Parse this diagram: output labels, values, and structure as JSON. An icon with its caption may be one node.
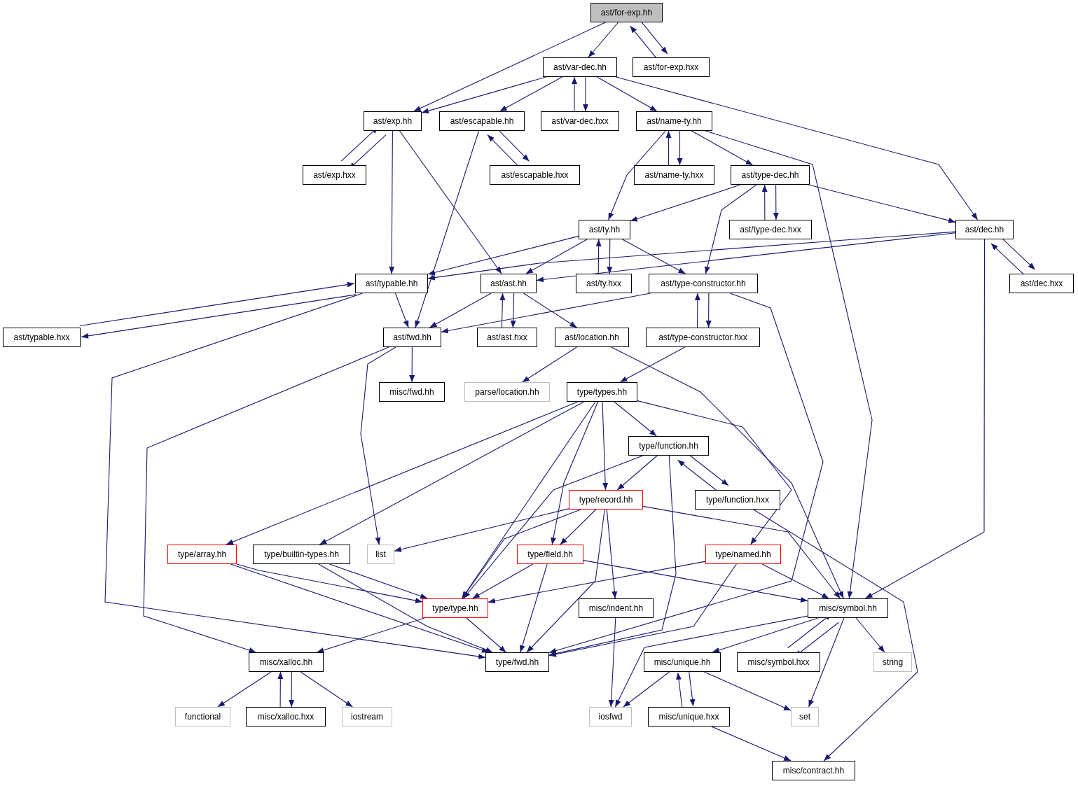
{
  "diagram": {
    "nodes": [
      {
        "text": [
          "ast/for-exp.hh"
        ]
      },
      {
        "text": [
          "ast/var-dec.hh"
        ]
      },
      {
        "text": [
          "ast/for-exp.hxx"
        ]
      },
      {
        "text": [
          "ast/exp.hh"
        ]
      },
      {
        "text": [
          "ast/escapable.hh"
        ]
      },
      {
        "text": [
          "ast/var-dec.hxx"
        ]
      },
      {
        "text": [
          "ast/name-ty.hh"
        ]
      },
      {
        "text": [
          "ast/exp.hxx"
        ]
      },
      {
        "text": [
          "ast/escapable.hxx"
        ]
      },
      {
        "text": [
          "ast/name-ty.hxx"
        ]
      },
      {
        "text": [
          "ast/type-dec.hh"
        ]
      },
      {
        "text": [
          "ast/ty.hh"
        ]
      },
      {
        "text": [
          "ast/type-dec.hxx"
        ]
      },
      {
        "text": [
          "ast/dec.hh"
        ]
      },
      {
        "text": [
          "ast/typable.hh"
        ]
      },
      {
        "text": [
          "ast/ast.hh"
        ]
      },
      {
        "text": [
          "ast/ty.hxx"
        ]
      },
      {
        "text": [
          "ast/type-constructor.hh"
        ]
      },
      {
        "text": [
          "ast/dec.hxx"
        ]
      },
      {
        "text": [
          "ast/typable.hxx"
        ]
      },
      {
        "text": [
          "ast/fwd.hh"
        ]
      },
      {
        "text": [
          "ast/ast.hxx"
        ]
      },
      {
        "text": [
          "ast/location.hh"
        ]
      },
      {
        "text": [
          "ast/type-constructor.hxx"
        ]
      },
      {
        "text": [
          "misc/fwd.hh"
        ]
      },
      {
        "text": [
          "parse/location.hh"
        ]
      },
      {
        "text": [
          "type/types.hh"
        ]
      },
      {
        "text": [
          "type/function.hh"
        ]
      },
      {
        "text": [
          "type/record.hh"
        ]
      },
      {
        "text": [
          "type/function.hxx"
        ]
      },
      {
        "text": [
          "type/array.hh"
        ]
      },
      {
        "text": [
          "type/builtin-types.hh"
        ]
      },
      {
        "text": [
          "list"
        ]
      },
      {
        "text": [
          "type/field.hh"
        ]
      },
      {
        "text": [
          "type/named.hh"
        ]
      },
      {
        "text": [
          "type/type.hh"
        ]
      },
      {
        "text": [
          "misc/indent.hh"
        ]
      },
      {
        "text": [
          "misc/symbol.hh"
        ]
      },
      {
        "text": [
          "misc/xalloc.hh"
        ]
      },
      {
        "text": [
          "type/fwd.hh"
        ]
      },
      {
        "text": [
          "misc/unique.hh"
        ]
      },
      {
        "text": [
          "misc/symbol.hxx"
        ]
      },
      {
        "text": [
          "string"
        ]
      },
      {
        "text": [
          "functional"
        ]
      },
      {
        "text": [
          "misc/xalloc.hxx"
        ]
      },
      {
        "text": [
          "iostream"
        ]
      },
      {
        "text": [
          "iosfwd"
        ]
      },
      {
        "text": [
          "misc/unique.hxx"
        ]
      },
      {
        "text": [
          "set"
        ]
      },
      {
        "text": [
          "misc/contract.hh"
        ]
      }
    ],
    "edges": [
      {
        "from": 0,
        "to": 1,
        "arrow": "to"
      },
      {
        "from": 0,
        "to": 3,
        "arrow": "to"
      },
      {
        "from": 0,
        "to": 2,
        "arrow": "to"
      },
      {
        "from": 2,
        "to": 0,
        "arrow": "to"
      },
      {
        "from": 1,
        "to": 3,
        "arrow": "to"
      },
      {
        "from": 1,
        "to": 4,
        "arrow": "to"
      },
      {
        "from": 1,
        "to": 5,
        "arrow": "to"
      },
      {
        "from": 5,
        "to": 1,
        "arrow": "to"
      },
      {
        "from": 1,
        "to": 6,
        "arrow": "to"
      },
      {
        "from": 1,
        "to": 13,
        "arrow": "to"
      },
      {
        "from": 3,
        "to": 7,
        "arrow": "to"
      },
      {
        "from": 7,
        "to": 3,
        "arrow": "to"
      },
      {
        "from": 3,
        "to": 14,
        "arrow": "to"
      },
      {
        "from": 3,
        "to": 15,
        "arrow": "to"
      },
      {
        "from": 4,
        "to": 8,
        "arrow": "to"
      },
      {
        "from": 8,
        "to": 4,
        "arrow": "to"
      },
      {
        "from": 4,
        "to": 20,
        "arrow": "to"
      },
      {
        "from": 6,
        "to": 9,
        "arrow": "to"
      },
      {
        "from": 9,
        "to": 6,
        "arrow": "to"
      },
      {
        "from": 6,
        "to": 10,
        "arrow": "to"
      },
      {
        "from": 6,
        "to": 11,
        "arrow": "to"
      },
      {
        "from": 6,
        "to": 37,
        "arrow": "to"
      },
      {
        "from": 10,
        "to": 11,
        "arrow": "to"
      },
      {
        "from": 10,
        "to": 12,
        "arrow": "to"
      },
      {
        "from": 12,
        "to": 10,
        "arrow": "to"
      },
      {
        "from": 10,
        "to": 17,
        "arrow": "to"
      },
      {
        "from": 10,
        "to": 13,
        "arrow": "to"
      },
      {
        "from": 11,
        "to": 14,
        "arrow": "to"
      },
      {
        "from": 11,
        "to": 15,
        "arrow": "to"
      },
      {
        "from": 11,
        "to": 16,
        "arrow": "to"
      },
      {
        "from": 16,
        "to": 11,
        "arrow": "to"
      },
      {
        "from": 11,
        "to": 17,
        "arrow": "to"
      },
      {
        "from": 13,
        "to": 14,
        "arrow": "to"
      },
      {
        "from": 13,
        "to": 15,
        "arrow": "to"
      },
      {
        "from": 13,
        "to": 18,
        "arrow": "to"
      },
      {
        "from": 18,
        "to": 13,
        "arrow": "to"
      },
      {
        "from": 13,
        "to": 37,
        "arrow": "to"
      },
      {
        "from": 14,
        "to": 19,
        "arrow": "to"
      },
      {
        "from": 19,
        "to": 14,
        "arrow": "to"
      },
      {
        "from": 14,
        "to": 20,
        "arrow": "to"
      },
      {
        "from": 14,
        "to": 39,
        "arrow": "to"
      },
      {
        "from": 15,
        "to": 20,
        "arrow": "to"
      },
      {
        "from": 15,
        "to": 21,
        "arrow": "to"
      },
      {
        "from": 21,
        "to": 15,
        "arrow": "to"
      },
      {
        "from": 15,
        "to": 22,
        "arrow": "to"
      },
      {
        "from": 17,
        "to": 20,
        "arrow": "to"
      },
      {
        "from": 17,
        "to": 23,
        "arrow": "to"
      },
      {
        "from": 23,
        "to": 17,
        "arrow": "to"
      },
      {
        "from": 17,
        "to": 39,
        "arrow": "to"
      },
      {
        "from": 20,
        "to": 24,
        "arrow": "to"
      },
      {
        "from": 20,
        "to": 32,
        "arrow": "to"
      },
      {
        "from": 20,
        "to": 38,
        "arrow": "to"
      },
      {
        "from": 22,
        "to": 25,
        "arrow": "to"
      },
      {
        "from": 22,
        "to": 37,
        "arrow": "to"
      },
      {
        "from": 23,
        "to": 26,
        "arrow": "to"
      },
      {
        "from": 26,
        "to": 27,
        "arrow": "to"
      },
      {
        "from": 26,
        "to": 28,
        "arrow": "to"
      },
      {
        "from": 26,
        "to": 33,
        "arrow": "to"
      },
      {
        "from": 26,
        "to": 35,
        "arrow": "to"
      },
      {
        "from": 26,
        "to": 30,
        "arrow": "to"
      },
      {
        "from": 26,
        "to": 31,
        "arrow": "to"
      },
      {
        "from": 26,
        "to": 34,
        "arrow": "to"
      },
      {
        "from": 27,
        "to": 28,
        "arrow": "to"
      },
      {
        "from": 27,
        "to": 29,
        "arrow": "to"
      },
      {
        "from": 29,
        "to": 27,
        "arrow": "to"
      },
      {
        "from": 27,
        "to": 35,
        "arrow": "to"
      },
      {
        "from": 27,
        "to": 39,
        "arrow": "to"
      },
      {
        "from": 28,
        "to": 32,
        "arrow": "to"
      },
      {
        "from": 28,
        "to": 33,
        "arrow": "to"
      },
      {
        "from": 28,
        "to": 35,
        "arrow": "to"
      },
      {
        "from": 28,
        "to": 36,
        "arrow": "to"
      },
      {
        "from": 28,
        "to": 37,
        "arrow": "to"
      },
      {
        "from": 28,
        "to": 39,
        "arrow": "to"
      },
      {
        "from": 29,
        "to": 49,
        "arrow": "to"
      },
      {
        "from": 30,
        "to": 35,
        "arrow": "to"
      },
      {
        "from": 30,
        "to": 39,
        "arrow": "to"
      },
      {
        "from": 31,
        "to": 35,
        "arrow": "to"
      },
      {
        "from": 31,
        "to": 39,
        "arrow": "to"
      },
      {
        "from": 33,
        "to": 35,
        "arrow": "to"
      },
      {
        "from": 33,
        "to": 39,
        "arrow": "to"
      },
      {
        "from": 33,
        "to": 37,
        "arrow": "to"
      },
      {
        "from": 34,
        "to": 35,
        "arrow": "to"
      },
      {
        "from": 34,
        "to": 39,
        "arrow": "to"
      },
      {
        "from": 34,
        "to": 37,
        "arrow": "to"
      },
      {
        "from": 35,
        "to": 38,
        "arrow": "to"
      },
      {
        "from": 35,
        "to": 39,
        "arrow": "to"
      },
      {
        "from": 36,
        "to": 46,
        "arrow": "to"
      },
      {
        "from": 37,
        "to": 46,
        "arrow": "to"
      },
      {
        "from": 37,
        "to": 40,
        "arrow": "to"
      },
      {
        "from": 37,
        "to": 41,
        "arrow": "to"
      },
      {
        "from": 41,
        "to": 37,
        "arrow": "to"
      },
      {
        "from": 37,
        "to": 42,
        "arrow": "to"
      },
      {
        "from": 37,
        "to": 48,
        "arrow": "to"
      },
      {
        "from": 38,
        "to": 43,
        "arrow": "to"
      },
      {
        "from": 38,
        "to": 44,
        "arrow": "to"
      },
      {
        "from": 44,
        "to": 38,
        "arrow": "to"
      },
      {
        "from": 38,
        "to": 45,
        "arrow": "to"
      },
      {
        "from": 40,
        "to": 46,
        "arrow": "to"
      },
      {
        "from": 40,
        "to": 47,
        "arrow": "to"
      },
      {
        "from": 47,
        "to": 40,
        "arrow": "to"
      },
      {
        "from": 40,
        "to": 48,
        "arrow": "to"
      },
      {
        "from": 47,
        "to": 49,
        "arrow": "to"
      }
    ]
  }
}
